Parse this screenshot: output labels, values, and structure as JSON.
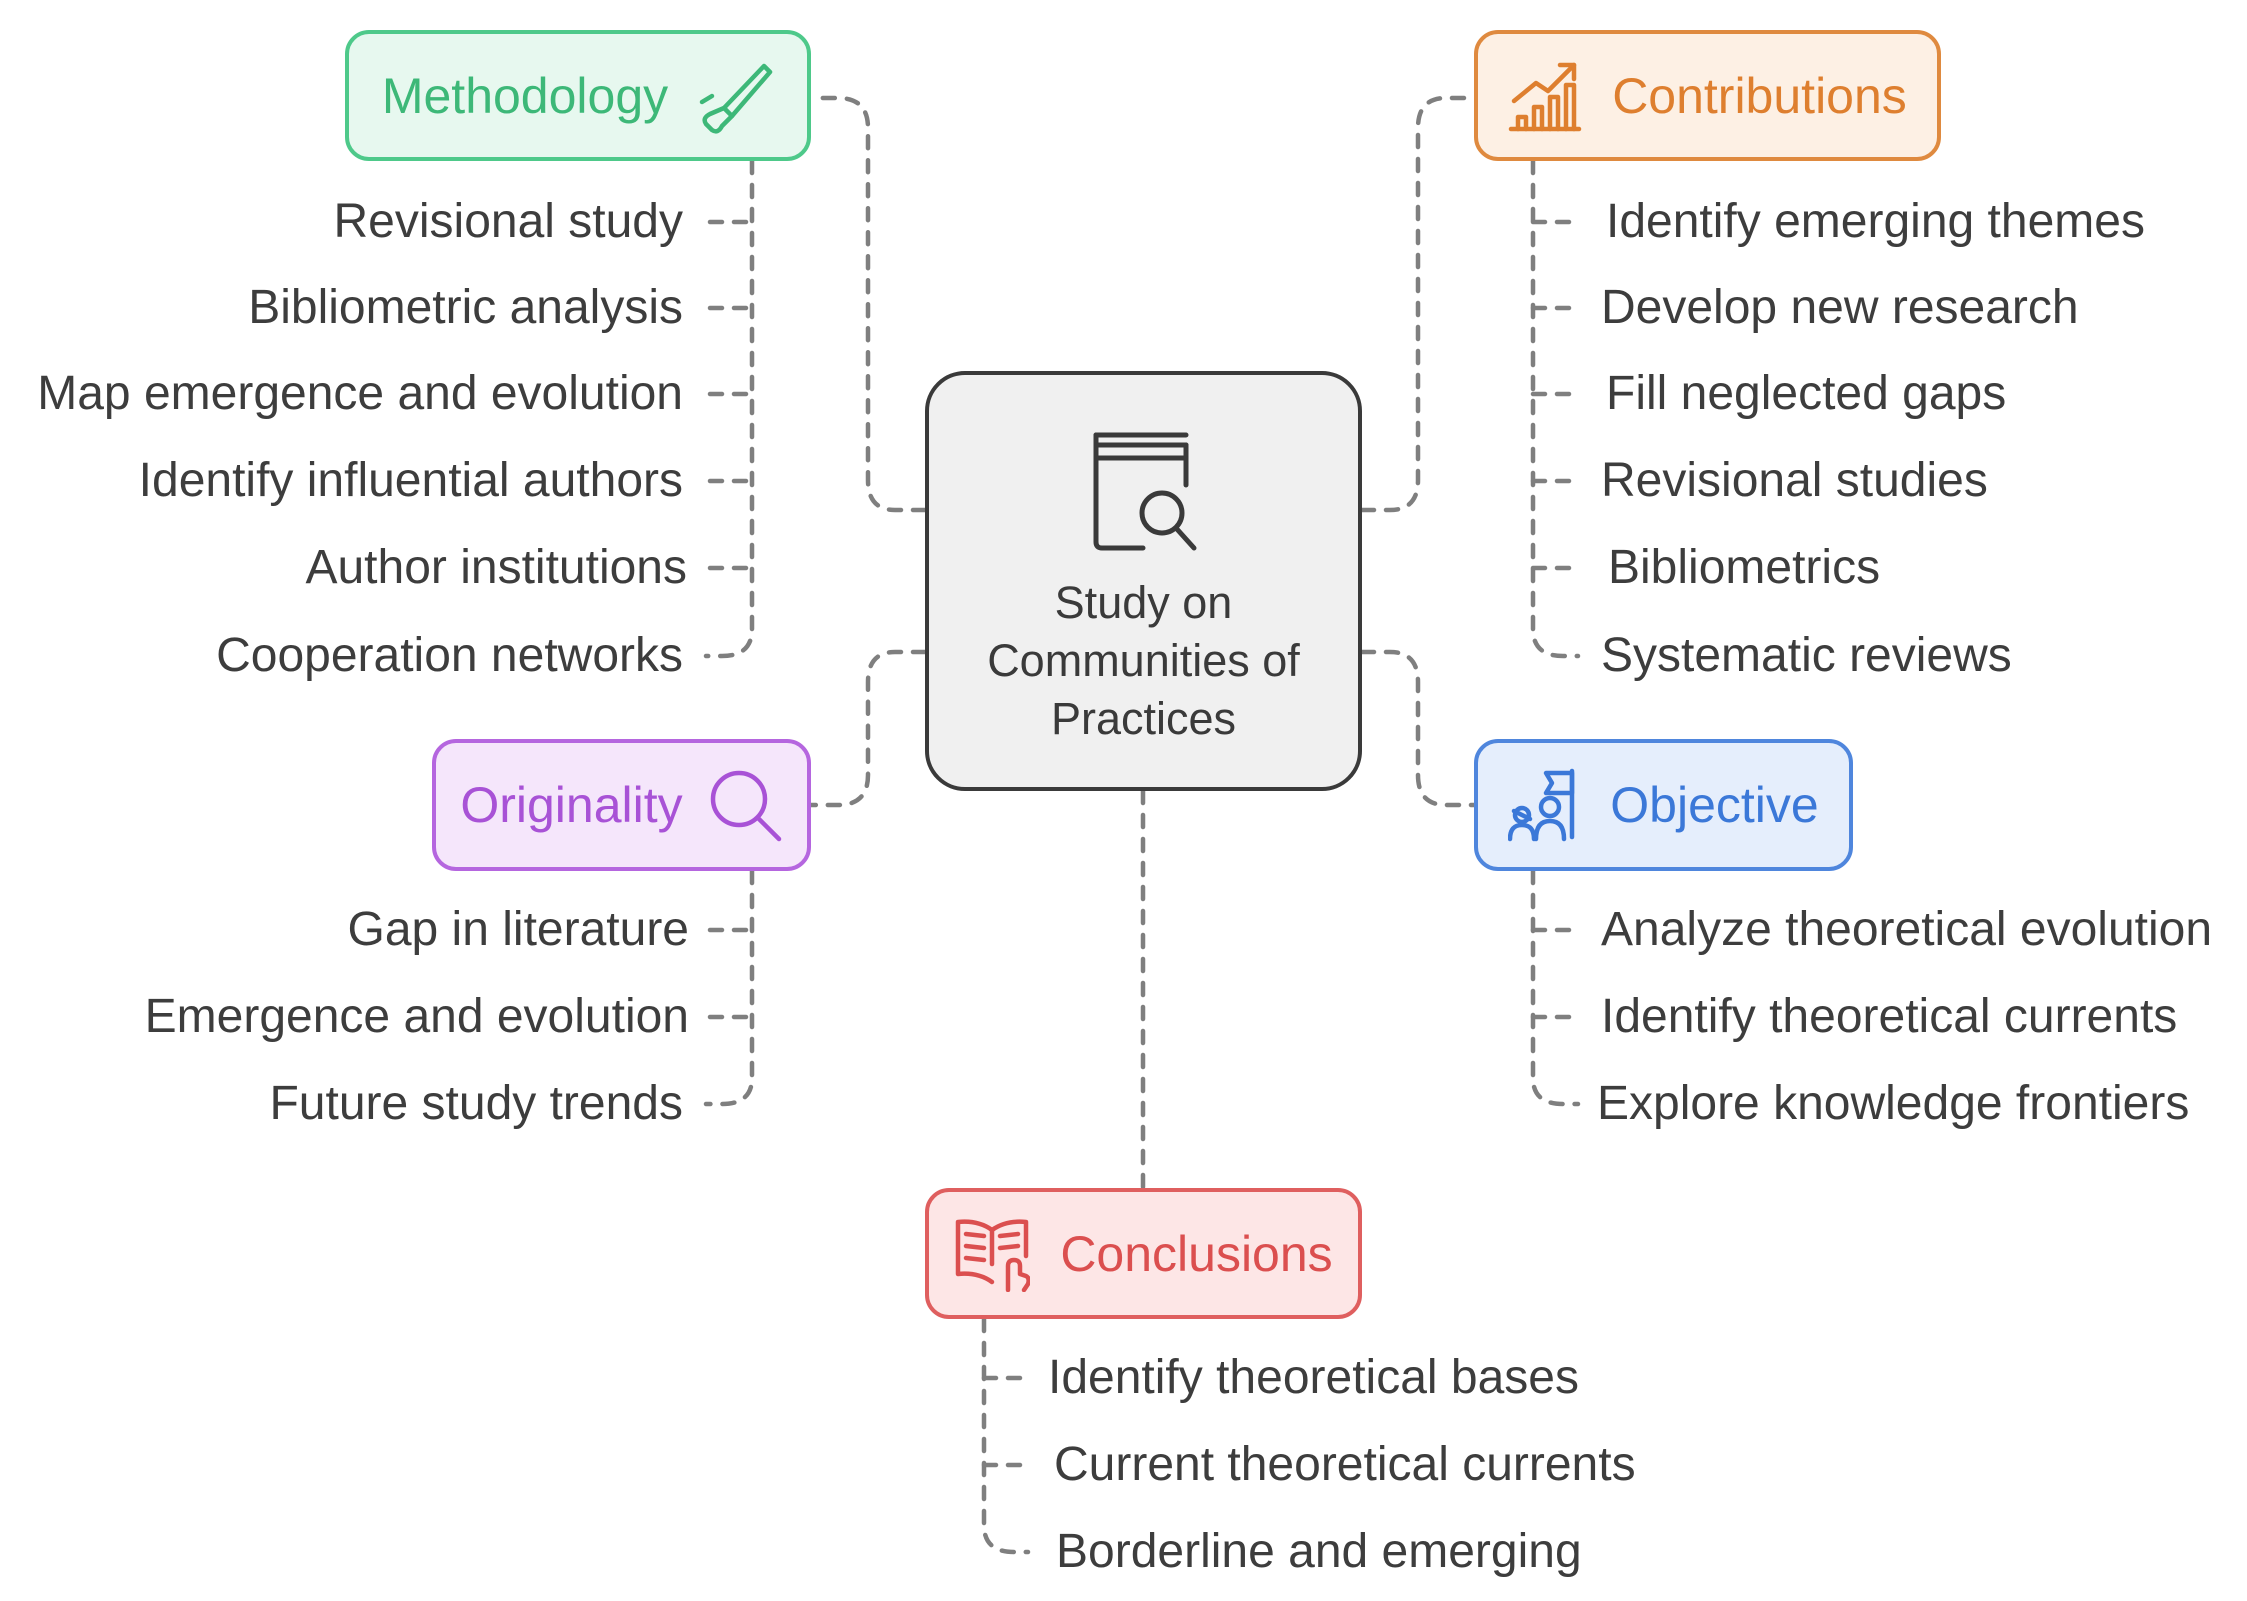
{
  "central": {
    "title": "Study on Communities of Practices",
    "icon": "book-search-icon"
  },
  "colors": {
    "methodology": "#3db878",
    "contributions": "#de7f2f",
    "originality": "#a852d6",
    "objective": "#3b78d8",
    "conclusions": "#db4f4f",
    "central_border": "#3a3a3a",
    "connector": "#7f7f7f"
  },
  "branches": {
    "methodology": {
      "label": "Methodology",
      "icon": "pencil-icon",
      "items": [
        "Revisional study",
        "Bibliometric analysis",
        "Map emergence and evolution",
        "Identify influential authors",
        "Author institutions",
        "Cooperation networks"
      ]
    },
    "contributions": {
      "label": "Contributions",
      "icon": "growth-chart-icon",
      "items": [
        "Identify emerging themes",
        "Develop new research",
        "Fill neglected gaps",
        "Revisional studies",
        "Bibliometrics",
        "Systematic reviews"
      ]
    },
    "originality": {
      "label": "Originality",
      "icon": "magnifier-icon",
      "items": [
        "Gap in literature",
        "Emergence and evolution",
        "Future study trends"
      ]
    },
    "objective": {
      "label": "Objective",
      "icon": "team-flag-icon",
      "items": [
        "Analyze theoretical evolution",
        "Identify theoretical currents",
        "Explore knowledge frontiers"
      ]
    },
    "conclusions": {
      "label": "Conclusions",
      "icon": "open-book-icon",
      "items": [
        "Identify theoretical bases",
        "Current theoretical currents",
        "Borderline and emerging"
      ]
    }
  }
}
